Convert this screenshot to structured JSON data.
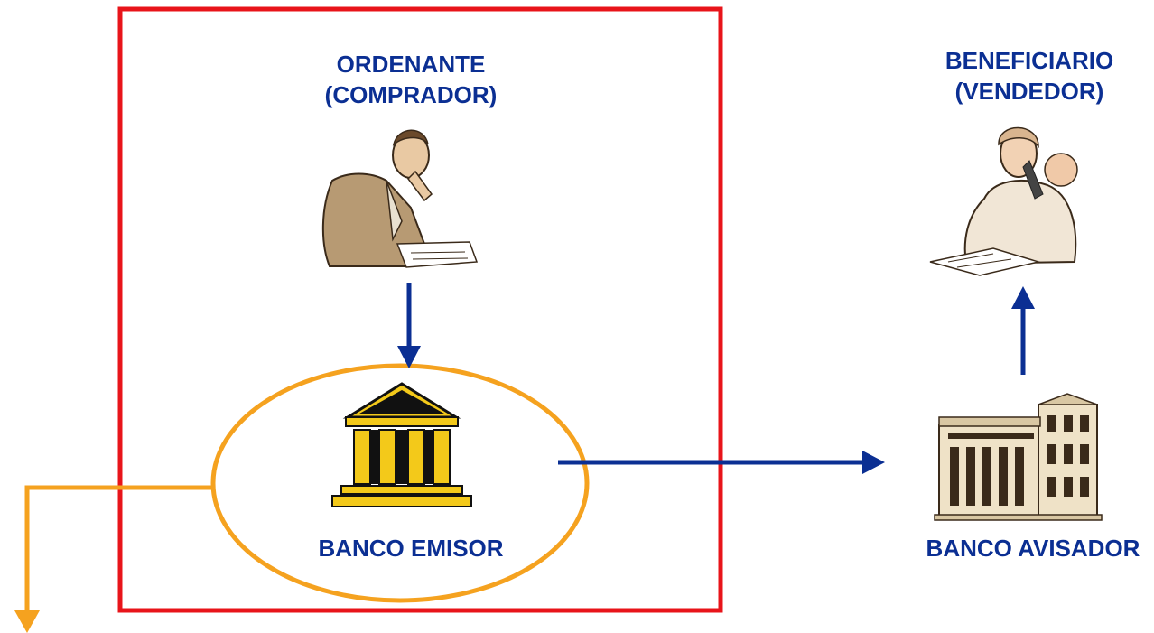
{
  "diagram": {
    "ordenante": {
      "line1": "ORDENANTE",
      "line2": "(COMPRADOR)"
    },
    "beneficiario": {
      "line1": "BENEFICIARIO",
      "line2": "(VENDEDOR)"
    },
    "banco_emisor": "BANCO EMISOR",
    "banco_avisador": "BANCO AVISADOR"
  },
  "colors": {
    "text": "#0b2f93",
    "arrow_blue": "#0b2f93",
    "frame_red": "#e8141a",
    "ellipse_orange": "#f5a21f"
  }
}
